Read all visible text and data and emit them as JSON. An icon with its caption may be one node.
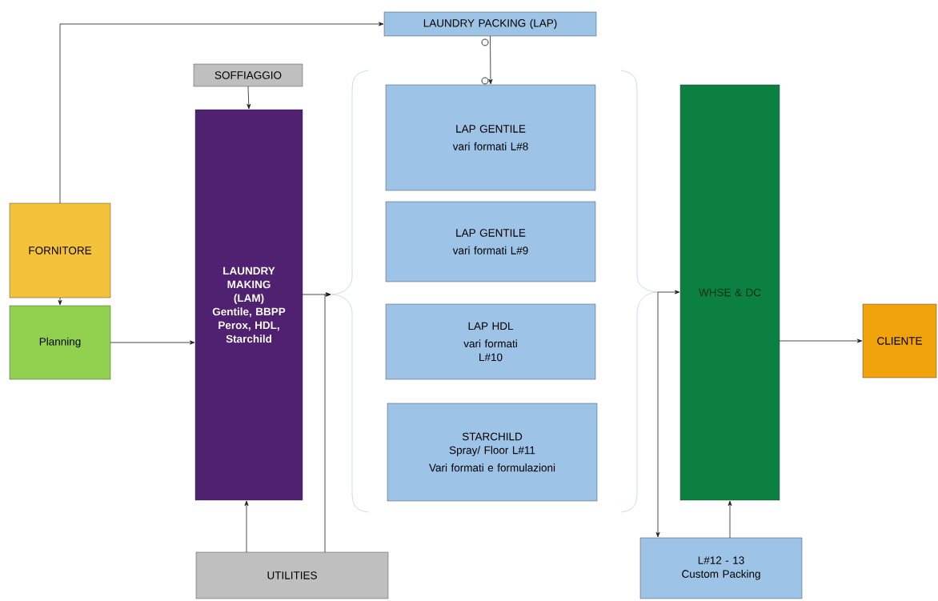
{
  "diagram": {
    "nodes": [
      {
        "text": [
          "LAUNDRY PACKING (LAP)"
        ]
      },
      {
        "text": [
          "SOFFIAGGIO"
        ]
      },
      {
        "text": [
          "FORNITORE"
        ]
      },
      {
        "text": [
          "LAUNDRY MAKING (LAM) Gentile, BBPP Perox, HDL, Starchild"
        ]
      },
      {
        "text": [
          "LAP GENTILE",
          "vari formati L#8"
        ]
      },
      {
        "text": [
          "LAP GENTILE",
          "vari formati L#9"
        ]
      },
      {
        "text": [
          "LAP HDL",
          "vari formati L#10"
        ]
      },
      {
        "text": [
          "STARCHILD Spray/ Floor L#11",
          "Vari formati e formulazioni"
        ]
      },
      {
        "text": [
          "Planning"
        ]
      },
      {
        "text": [
          "WHSE & DC"
        ]
      },
      {
        "text": [
          "CLIENTE"
        ]
      },
      {
        "text": [
          "L#12 - 13 Custom Packing"
        ]
      },
      {
        "text": [
          "UTILITIES"
        ]
      },
      {
        "text": [],
        "shape": "bracket"
      },
      {
        "text": [],
        "shape": "bracket"
      }
    ],
    "edges": [
      {
        "from": 2,
        "to": 0,
        "arrow": "to"
      },
      {
        "from": 0,
        "to": 4,
        "arrow": "to"
      },
      {
        "from": 1,
        "to": 3,
        "arrow": "to"
      },
      {
        "from": 2,
        "to": 8,
        "arrow": "to"
      },
      {
        "from": 8,
        "to": 3,
        "arrow": "to"
      },
      {
        "from": 3,
        "to": 13,
        "arrow": "to"
      },
      {
        "from": 12,
        "to": 3,
        "arrow": "to"
      },
      {
        "from": 12,
        "to": 13,
        "arrow": "to"
      },
      {
        "from": 14,
        "to": 9,
        "arrow": "to"
      },
      {
        "from": 14,
        "to": 11,
        "arrow": "to"
      },
      {
        "from": 11,
        "to": 9,
        "arrow": "to"
      },
      {
        "from": 9,
        "to": 10,
        "arrow": "to"
      }
    ]
  }
}
